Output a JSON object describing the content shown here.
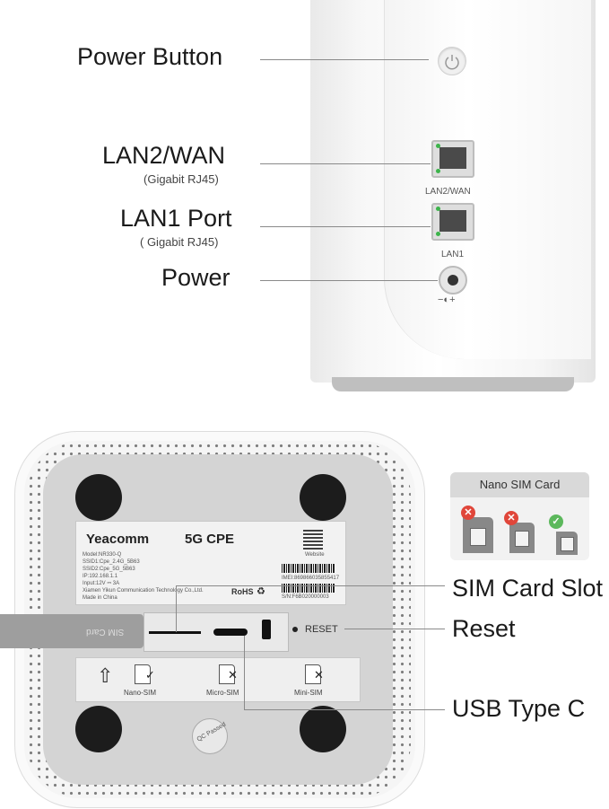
{
  "callouts": {
    "power_button": "Power Button",
    "lan2_wan": "LAN2/WAN",
    "lan2_wan_sub": "(Gigabit RJ45)",
    "lan1_port": "LAN1 Port",
    "lan1_port_sub": "( Gigabit RJ45)",
    "power": "Power",
    "sim_card_slot": "SIM Card Slot",
    "reset": "Reset",
    "usb_type_c": "USB Type C"
  },
  "device_back": {
    "port_lan2_wan": "LAN2/WAN",
    "port_lan1": "LAN1",
    "power_symbol": "−◐+"
  },
  "device_bottom": {
    "brand": "Yeacomm",
    "product": "5G CPE",
    "model_line": "Model:NR330-Q",
    "ssid1": "SSID1:Cpe_2.4G_5B63",
    "ssid2": "SSID2:Cpe_5G_5B63",
    "ip": "IP:192.168.1.1",
    "input": "Input:12V ⎓ 3A",
    "maker": "Xiamen Yikun Communication Technology Co.,Ltd.",
    "made_in": "Made in China",
    "website": "Website",
    "imei": "IMEI:869866035855417",
    "serial": "S/N:F6B020000003",
    "rohs": "RoHS",
    "reset_label": "RESET",
    "sim_tray_label": "SIM Card",
    "guide_nano": "Nano-SIM",
    "guide_micro": "Micro-SIM",
    "guide_mini": "Mini-SIM",
    "qc_badge": "QC Passed"
  },
  "sim_inset": {
    "title": "Nano SIM Card"
  },
  "colors": {
    "device_white": "#ffffff",
    "base_gray": "#d4d4d4",
    "foot_black": "#1c1c1c",
    "led_green": "#3cb44b",
    "reject_red": "#e0463a",
    "accept_green": "#5cb85c"
  },
  "icons": [
    "power-icon",
    "rj45-port-icon",
    "dc-jack-icon",
    "up-arrow-icon",
    "sim-card-icon",
    "cross-mark-icon",
    "check-mark-icon",
    "qr-code-icon",
    "recycle-icon"
  ]
}
